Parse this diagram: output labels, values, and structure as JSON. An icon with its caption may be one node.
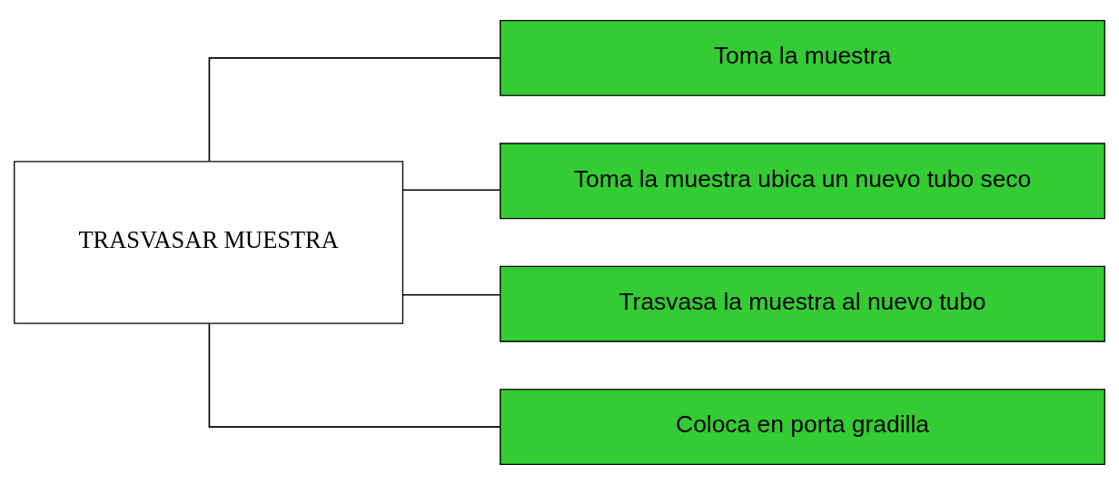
{
  "diagram": {
    "nodes": [
      {
        "text": [
          "TRASVASAR MUESTRA"
        ]
      },
      {
        "text": [
          "Toma la muestra"
        ]
      },
      {
        "text": [
          "Toma la muestra ubica un nuevo tubo seco"
        ]
      },
      {
        "text": [
          "Trasvasa la muestra al nuevo tubo"
        ]
      },
      {
        "text": [
          "Coloca en porta gradilla"
        ]
      }
    ],
    "edges": [
      {
        "from": 0,
        "to": 1,
        "arrow": "none"
      },
      {
        "from": 0,
        "to": 2,
        "arrow": "none"
      },
      {
        "from": 0,
        "to": 3,
        "arrow": "none"
      },
      {
        "from": 0,
        "to": 4,
        "arrow": "none"
      }
    ]
  }
}
